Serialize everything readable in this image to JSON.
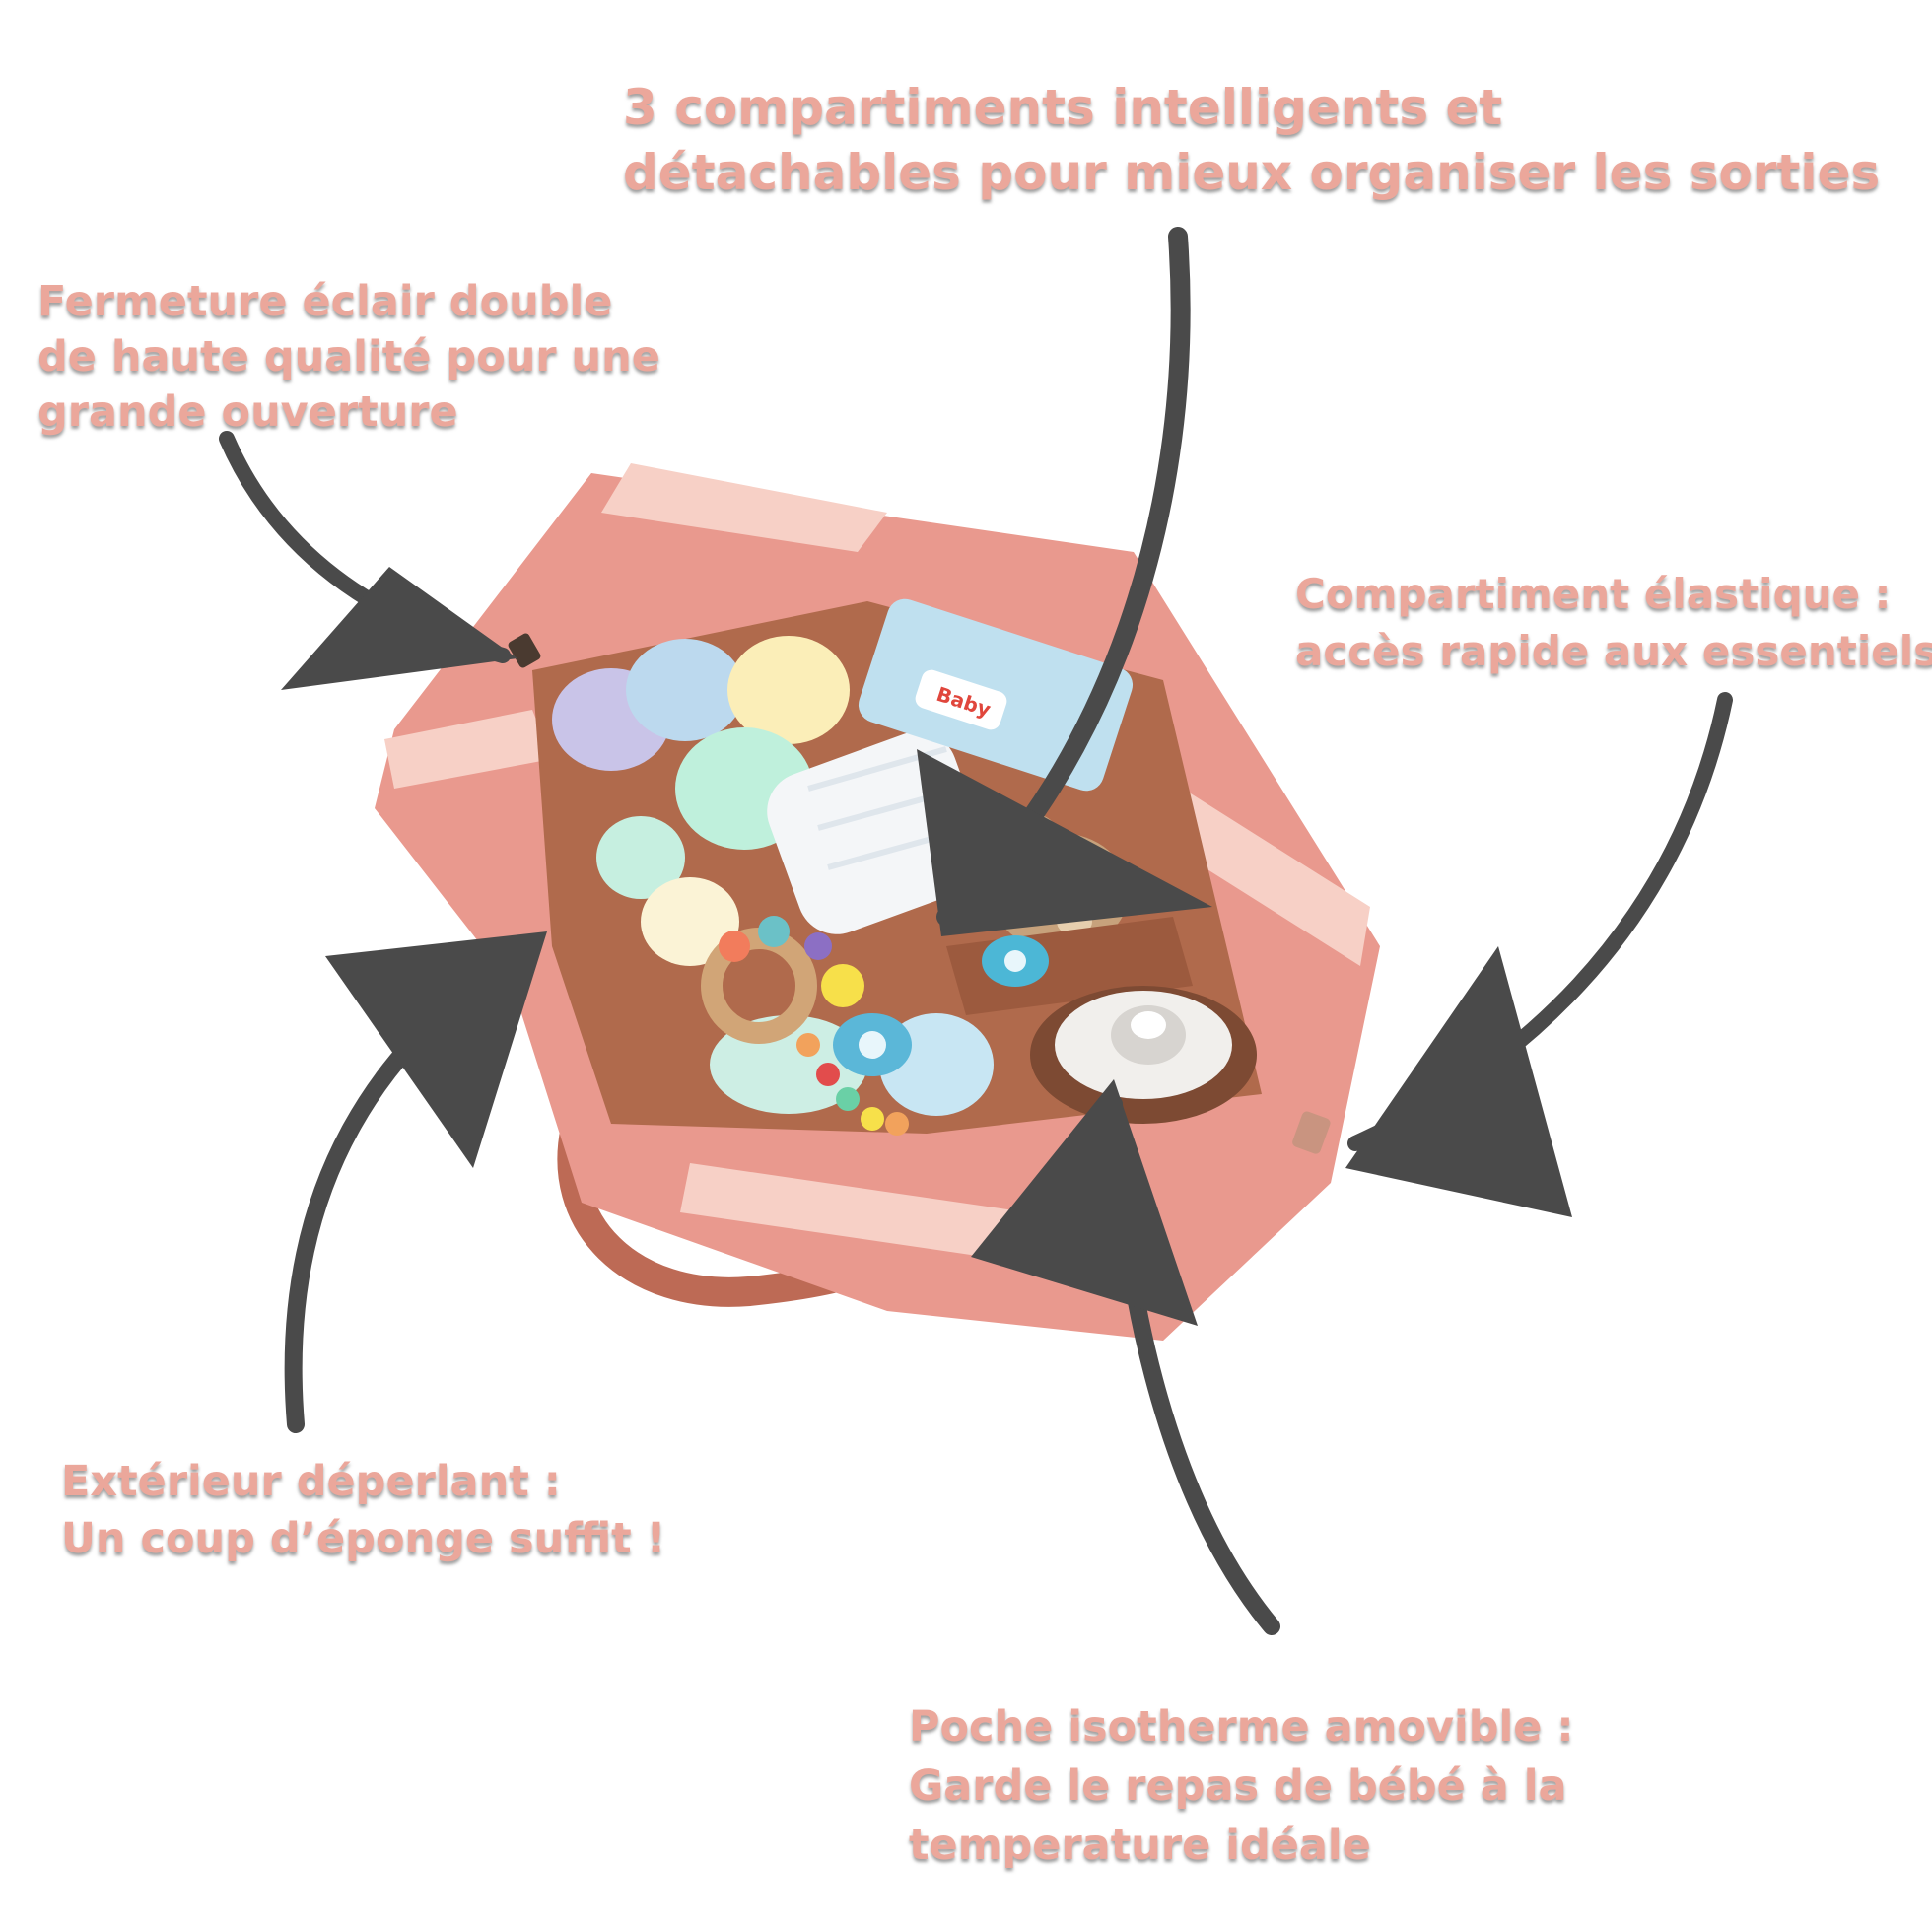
{
  "callouts": {
    "compartments": {
      "lines": [
        "3 compartiments intelligents et",
        "détachables pour mieux organiser les sorties"
      ]
    },
    "zipper": {
      "lines": [
        "Fermeture éclair double",
        "de haute qualité pour une",
        "grande ouverture"
      ]
    },
    "elastic": {
      "lines": [
        "Compartiment élastique :",
        "accès rapide aux essentiels"
      ]
    },
    "exterior": {
      "lines": [
        "Extérieur déperlant :",
        "Un coup d’éponge suffit !"
      ]
    },
    "insulated": {
      "lines": [
        "Poche isotherme amovible :",
        "Garde le repas de bébé à la",
        "temperature idéale"
      ]
    }
  },
  "colors": {
    "callout_text": "#eba79b",
    "arrow": "#4a4a4a",
    "bag_pink": "#e9998e",
    "bag_stripe": "#f7d0c6",
    "lining_brown": "#b06a4c"
  },
  "wipes_label": "Baby"
}
